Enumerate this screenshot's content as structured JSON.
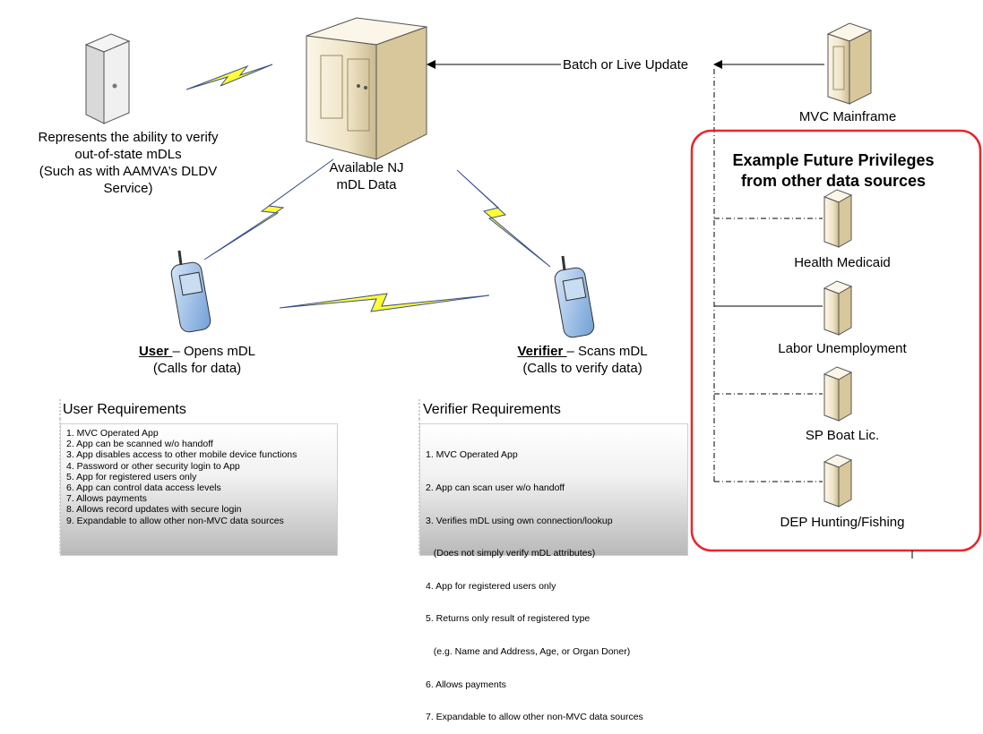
{
  "nodes": {
    "out_of_state": [
      "Represents the ability to verify",
      "out-of-state mDLs",
      "(Such as with AAMVA’s DLDV",
      "Service)"
    ],
    "nj_data": [
      "Available NJ",
      "mDL Data"
    ],
    "mainframe": "MVC Mainframe",
    "user": {
      "bold": "User ",
      "rest": "– Opens mDL",
      "sub": "(Calls for data)"
    },
    "verifier": {
      "bold": "Verifier ",
      "rest": "– Scans mDL",
      "sub": "(Calls to verify data)"
    }
  },
  "edge_label": "Batch or Live Update",
  "future": {
    "heading": [
      "Example Future Privileges",
      "from other data sources"
    ],
    "items": [
      "Health Medicaid",
      "Labor Unemployment",
      "SP Boat Lic.",
      "DEP Hunting/Fishing"
    ]
  },
  "user_requirements": {
    "title": "User Requirements",
    "items": [
      "1. MVC Operated App",
      "2. App can be scanned w/o handoff",
      "3. App disables access to other mobile device functions",
      "4. Password or other security login to App",
      "5. App for registered users only",
      "6. App can control data access levels",
      "7. Allows payments",
      "8. Allows record updates with secure login",
      "9. Expandable to allow other non-MVC data sources"
    ]
  },
  "verifier_requirements": {
    "title": "Verifier Requirements",
    "items": [
      "1. MVC Operated App",
      "2. App can scan user w/o handoff",
      "3. Verifies mDL using own connection/lookup",
      "   (Does not simply verify mDL attributes)",
      "4. App for registered users only",
      "5. Returns only result of registered type",
      "   (e.g. Name and Address, Age, or Organ Doner)",
      "6. Allows payments",
      "7. Expandable to allow other non-MVC data sources"
    ]
  },
  "colors": {
    "frame": "#e8262b",
    "bolt": "#ffff33",
    "bolt_edge": "#3d4f8a",
    "phone": "#a8c8ee",
    "server": "#f3ead2"
  }
}
